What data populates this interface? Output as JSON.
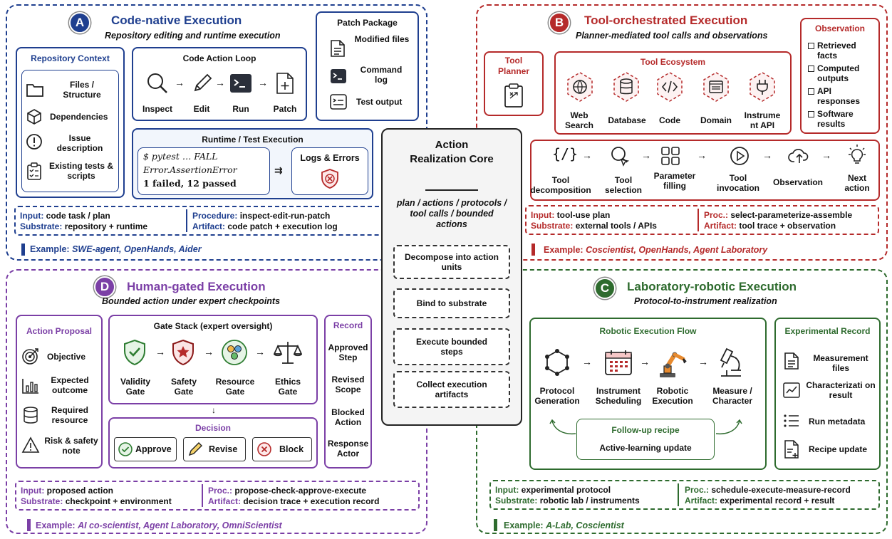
{
  "colors": {
    "blue": "#1f3f8f",
    "red": "#b52a2a",
    "green": "#2e6b2e",
    "purple": "#7b3fa6",
    "gray": "#444"
  },
  "A": {
    "badge": "A",
    "title": "Code-native Execution",
    "subtitle": "Repository editing and runtime execution",
    "repo_title": "Repository Context",
    "repo_items": [
      "Files / Structure",
      "Dependencies",
      "Issue description",
      "Existing tests & scripts"
    ],
    "loop_title": "Code Action Loop",
    "loop_steps": [
      "Inspect",
      "Edit",
      "Run",
      "Patch"
    ],
    "patch_title": "Patch Package",
    "patch_items": [
      "Modified files",
      "Command log",
      "Test output"
    ],
    "runtime_title": "Runtime / Test Execution",
    "runtime_lines": [
      "$ pytest … FALL",
      "Error.AssertionError",
      "1 failed, 12 passed"
    ],
    "logs_title": "Logs & Errors",
    "sum": {
      "input_k": "Input:",
      "input_v": "code task / plan",
      "substrate_k": "Substrate:",
      "substrate_v": "repository + runtime",
      "proc_k": "Procedure:",
      "proc_v": "inspect-edit-run-patch",
      "artifact_k": "Artifact:",
      "artifact_v": "code patch + execution log"
    },
    "example_k": "Example:",
    "example_v": "SWE-agent, OpenHands, Aider"
  },
  "B": {
    "badge": "B",
    "title": "Tool-orchestrated Execution",
    "subtitle": "Planner-mediated tool calls and observations",
    "planner": "Tool Planner",
    "eco_title": "Tool Ecosystem",
    "eco_items": [
      "Web Search",
      "Database",
      "Code",
      "Domain",
      "Instrume nt API"
    ],
    "obs_title": "Observation",
    "obs_items": [
      "Retrieved facts",
      "Computed outputs",
      "API responses",
      "Software results"
    ],
    "flow": [
      "Tool decomposition",
      "Tool selection",
      "Parameter filling",
      "Tool invocation",
      "Observation",
      "Next action"
    ],
    "sum": {
      "input_k": "Input:",
      "input_v": "tool-use plan",
      "substrate_k": "Substrate:",
      "substrate_v": "external tools / APIs",
      "proc_k": "Proc.:",
      "proc_v": "select-parameterize-assemble",
      "artifact_k": "Artifact:",
      "artifact_v": "tool trace + observation"
    },
    "example_k": "Example:",
    "example_v": "Coscientist, OpenHands, Agent Laboratory"
  },
  "C": {
    "badge": "C",
    "title": "Laboratory-robotic Execution",
    "subtitle": "Protocol-to-instrument realization",
    "flow_title": "Robotic Execution Flow",
    "flow_steps": [
      "Protocol Generation",
      "Instrument Scheduling",
      "Robotic Execution",
      "Measure / Character"
    ],
    "followup_title": "Follow-up recipe",
    "followup_text": "Active-learning update",
    "record_title": "Experimental Record",
    "record_items": [
      "Measurement files",
      "Characterizati on result",
      "Run metadata",
      "Recipe update"
    ],
    "sum": {
      "input_k": "Input:",
      "input_v": "experimental protocol",
      "substrate_k": "Substrate:",
      "substrate_v": "robotic lab / instruments",
      "proc_k": "Proc.:",
      "proc_v": "schedule-execute-measure-record",
      "artifact_k": "Artifact:",
      "artifact_v": "experimental record + result"
    },
    "example_k": "Example:",
    "example_v": "A-Lab, Coscientist"
  },
  "D": {
    "badge": "D",
    "title": "Human-gated Execution",
    "subtitle": "Bounded action under expert checkpoints",
    "proposal_title": "Action Proposal",
    "proposal_items": [
      "Objective",
      "Expected outcome",
      "Required resource",
      "Risk & safety note"
    ],
    "gate_title": "Gate Stack (expert oversight)",
    "gates": [
      "Validity Gate",
      "Safety Gate",
      "Resource Gate",
      "Ethics Gate"
    ],
    "decision_title": "Decision",
    "decisions": [
      "Approve",
      "Revise",
      "Block"
    ],
    "record_title": "Record",
    "record_items": [
      "Approved Step",
      "Revised Scope",
      "Blocked Action",
      "Response Actor"
    ],
    "sum": {
      "input_k": "Input:",
      "input_v": "proposed action",
      "substrate_k": "Substrate:",
      "substrate_v": "checkpoint + environment",
      "proc_k": "Proc.:",
      "proc_v": "propose-check-approve-execute",
      "artifact_k": "Artifact:",
      "artifact_v": "decision trace + execution record"
    },
    "example_k": "Example:",
    "example_v": "AI co-scientist, Agent Laboratory, OmniScientist"
  },
  "core": {
    "title": "Action Realization Core",
    "desc": "plan / actions / protocols / tool calls / bounded actions",
    "steps": [
      "Decompose into action units",
      "Bind to substrate",
      "Execute bounded steps",
      "Collect execution artifacts"
    ]
  }
}
